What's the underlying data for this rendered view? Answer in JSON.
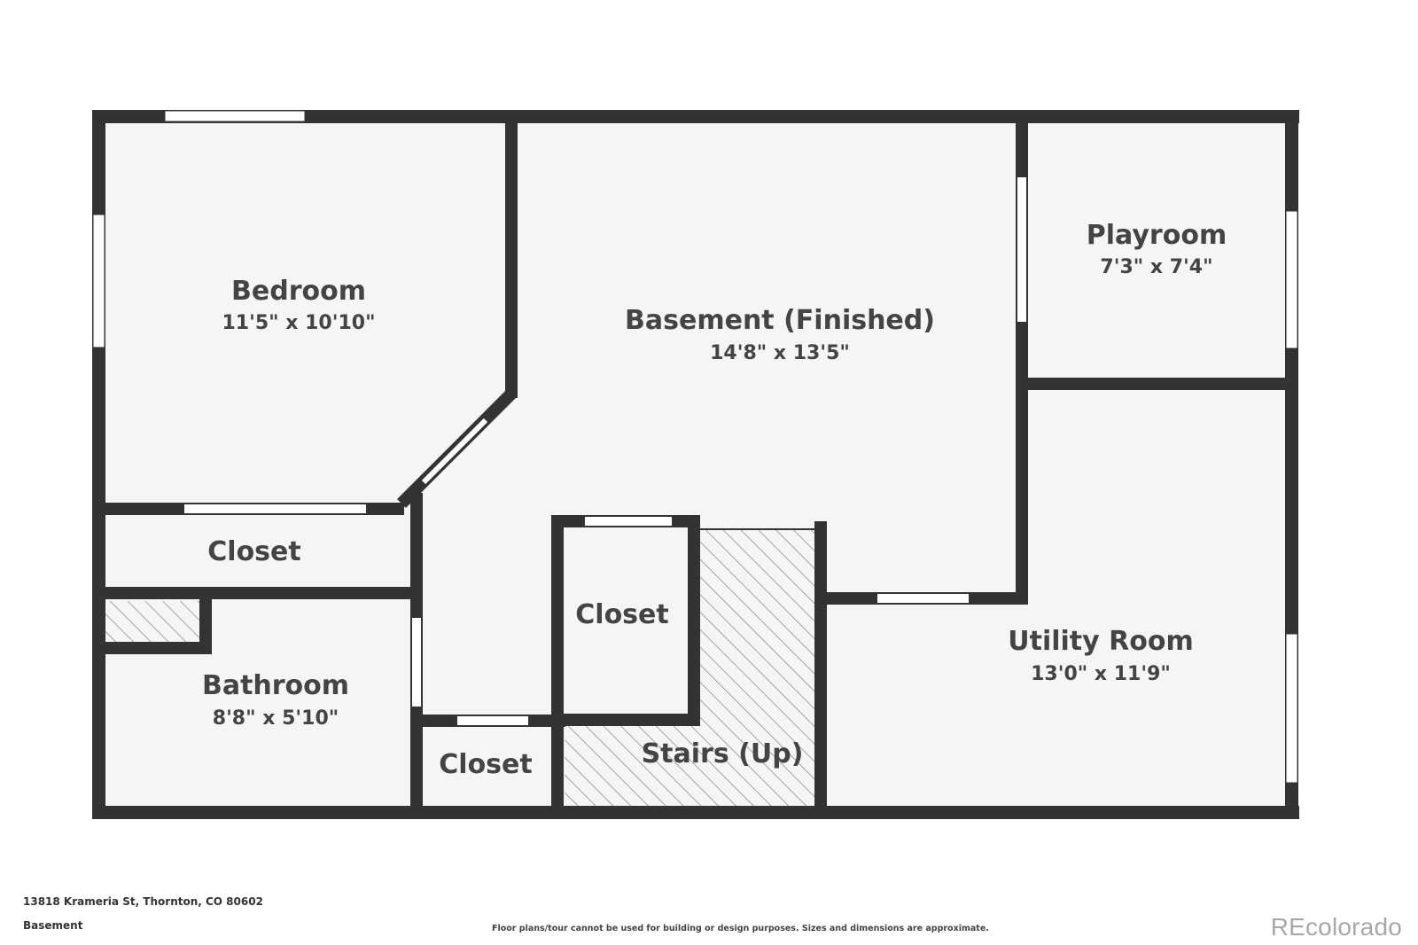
{
  "rooms": [
    {
      "id": "bedroom",
      "name": "Bedroom",
      "dims": "11'5\" x 10'10\""
    },
    {
      "id": "basement",
      "name": "Basement (Finished)",
      "dims": "14'8\" x 13'5\""
    },
    {
      "id": "playroom",
      "name": "Playroom",
      "dims": "7'3\" x 7'4\""
    },
    {
      "id": "closet-1",
      "name": "Closet",
      "dims": ""
    },
    {
      "id": "closet-2",
      "name": "Closet",
      "dims": ""
    },
    {
      "id": "closet-3",
      "name": "Closet",
      "dims": ""
    },
    {
      "id": "bathroom",
      "name": "Bathroom",
      "dims": "8'8\" x 5'10\""
    },
    {
      "id": "utility",
      "name": "Utility Room",
      "dims": "13'0\" x 11'9\""
    },
    {
      "id": "stairs",
      "name": "Stairs (Up)",
      "dims": ""
    }
  ],
  "footer": {
    "address": "13818 Krameria St, Thornton, CO 80602",
    "level": "Basement",
    "disclaimer": "Floor plans/tour cannot be used for building or design purposes. Sizes and dimensions are approximate.",
    "brand": "REcolorado"
  },
  "colors": {
    "wall": "#333333",
    "floor": "#f5f5f5",
    "opening": "#ffffff",
    "hatch": "#8a8a8a"
  }
}
